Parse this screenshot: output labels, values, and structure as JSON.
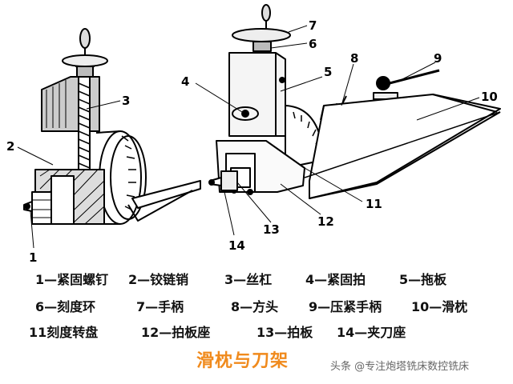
{
  "labels": {
    "n1": "1",
    "n2": "2",
    "n3": "3",
    "n4": "4",
    "n5": "5",
    "n6": "6",
    "n7": "7",
    "n8": "8",
    "n9": "9",
    "n10": "10",
    "n11": "11",
    "n12": "12",
    "n13": "13",
    "n14": "14"
  },
  "legend": {
    "row1": [
      "1—紧固螺钉",
      "2—铰链销",
      "3—丝杠",
      "4—紧固拍",
      "5—拖板"
    ],
    "row2": [
      "6—刻度环",
      "7—手柄",
      "8—方头",
      "9—压紧手柄",
      "10—滑枕"
    ],
    "row3": [
      "11刻度转盘",
      "12—拍板座",
      "13—拍板",
      "14—夹刀座"
    ]
  },
  "caption": "滑枕与刀架",
  "watermark": "头条 @专注炮塔铣床数控铣床"
}
